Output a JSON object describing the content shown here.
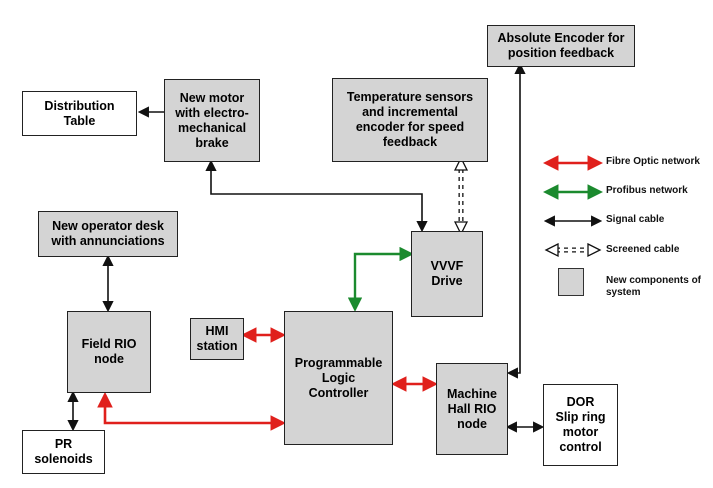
{
  "colors": {
    "fibre_optic": "#e0201c",
    "profibus": "#1b8a2e",
    "signal": "#111111",
    "new_component_fill": "#d4d4d4"
  },
  "boxes": {
    "absolute_encoder": "Absolute Encoder  for\nposition feedback",
    "distribution_table": "Distribution\nTable",
    "new_motor": "New motor\nwith electro-\nmechanical\nbrake",
    "temperature_sensors": "Temperature  sensors\nand incremental\nencoder for speed\nfeedback",
    "operator_desk": "New operator desk\nwith annunciations",
    "vvvf_drive": "VVVF\nDrive",
    "field_rio": "Field RIO\nnode",
    "hmi_station": "HMI\nstation",
    "plc": "Programmable\nLogic\nController",
    "machine_hall_rio": "Machine\nHall RIO\nnode",
    "dor": "DOR\nSlip ring\nmotor\ncontrol",
    "pr_solenoids": "PR\nsolenoids"
  },
  "legend": {
    "fibre_optic": "Fibre Optic network",
    "profibus": "Profibus network",
    "signal": "Signal cable",
    "screened": "Screened cable",
    "new_components": "New components of\nsystem"
  }
}
